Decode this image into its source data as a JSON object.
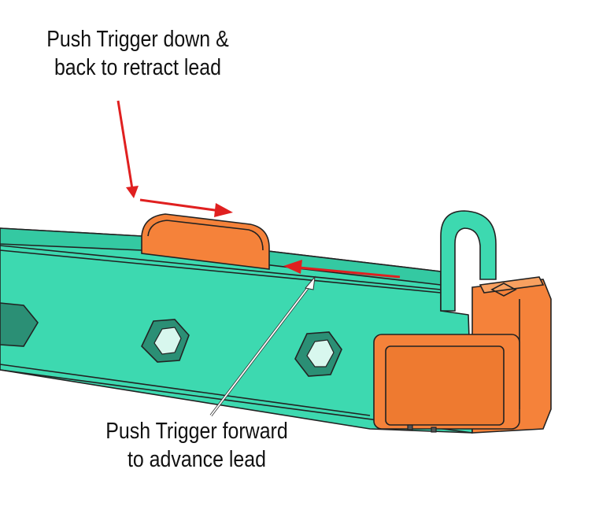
{
  "labels": {
    "retract_line1": "Push Trigger down &",
    "retract_line2": "back to retract lead",
    "advance_line1": "Push Trigger forward",
    "advance_line2": "to advance lead"
  },
  "colors": {
    "body": "#3dd9b0",
    "trigger": "#f5823a",
    "outline": "#222222",
    "arrow_red": "#e02020",
    "leader": "#ffffff"
  }
}
